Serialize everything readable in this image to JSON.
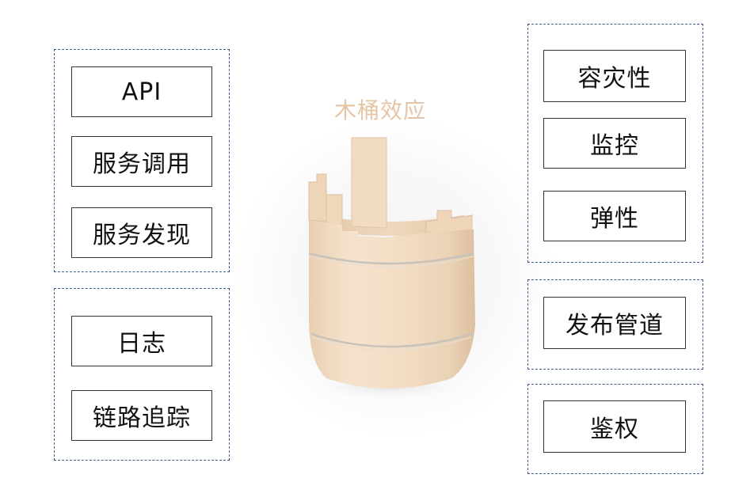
{
  "center": {
    "title": "木桶效应"
  },
  "left_groups": [
    {
      "items": [
        "API",
        "服务调用",
        "服务发现"
      ]
    },
    {
      "items": [
        "日志",
        "链路追踪"
      ]
    }
  ],
  "right_groups": [
    {
      "items": [
        "容灾性",
        "监控",
        "弹性"
      ]
    },
    {
      "items": [
        "发布管道"
      ]
    },
    {
      "items": [
        "鉴权"
      ]
    }
  ],
  "colors": {
    "dashed_border": "#3f5a8c",
    "box_border": "#333333",
    "title": "#e6c5a6",
    "wood": "#f2dcc3"
  }
}
